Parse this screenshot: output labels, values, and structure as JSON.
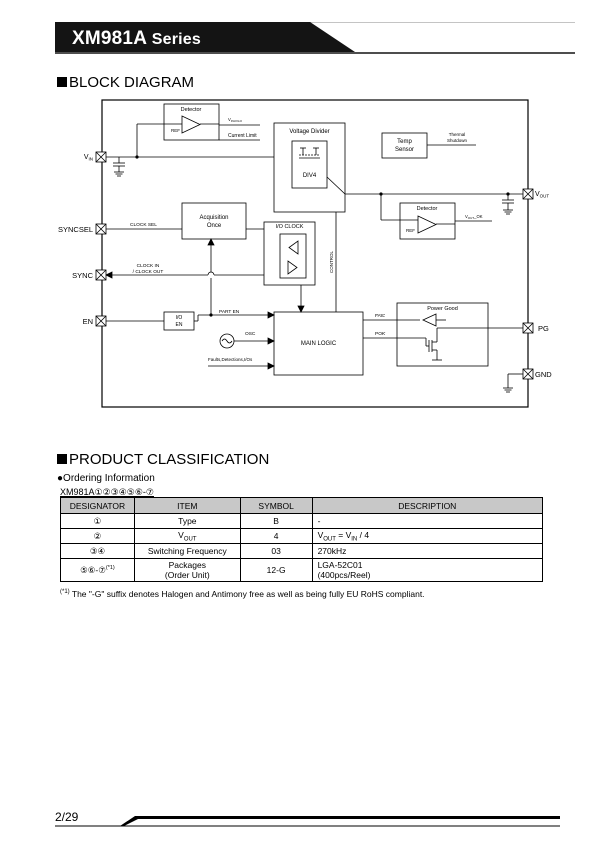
{
  "header": {
    "title_main": "XM981A",
    "title_series": " Series"
  },
  "sections": {
    "block_diagram": "BLOCK DIAGRAM",
    "product_classification": "PRODUCT CLASSIFICATION"
  },
  "diagram": {
    "pins": {
      "vin": "V",
      "vin_sub": "IN",
      "vout": "V",
      "vout_sub": "OUT",
      "syncsel": "SYNCSEL",
      "sync": "SYNC",
      "en": "EN",
      "pg": "PG",
      "gnd": "GND"
    },
    "blocks": {
      "detector_top": "Detector",
      "detector_right": "Detector",
      "ref": "REF",
      "voltage_divider": "Voltage Divider",
      "div4": "DIV4",
      "temp_sensor_line1": "Temp",
      "temp_sensor_line2": "Sensor",
      "thermal_line1": "Thermal",
      "thermal_line2": "Shutdown",
      "acquisition_line1": "Acquisition",
      "acquisition_line2": "Once",
      "io_clock": "I/O CLOCK",
      "io_en_line1": "I/O",
      "io_en_line2": "EN",
      "main_logic": "MAIN LOGIC",
      "power_good": "Power Good"
    },
    "signals": {
      "vinuvlo": "V",
      "vinuvlo_sub": "INUVLO",
      "current_limit": "Current Limit",
      "clock_sel": "CLOCK SEL",
      "clock_in": "CLOCK IN",
      "clock_out": "/ CLOCK OUT",
      "part_en": "PART EN",
      "osc": "OSC",
      "faults": "Faults,Detections,I/Os",
      "control": "CONTROL",
      "fail": "FAIL",
      "pok": "POK",
      "vout_ok": "V",
      "vout_ok_sub": "OUT",
      "vout_ok_suffix": "_OK"
    }
  },
  "ordering": {
    "heading": "●Ordering Information",
    "code": "XM981A①②③④⑤⑥-⑦",
    "columns": [
      "DESIGNATOR",
      "ITEM",
      "SYMBOL",
      "DESCRIPTION"
    ],
    "rows": [
      {
        "designator": "①",
        "item": "Type",
        "symbol": "B",
        "description": "-"
      },
      {
        "designator": "②",
        "item_main": "V",
        "item_sub": "OUT",
        "symbol": "4",
        "desc_a": "V",
        "desc_a_sub": "OUT",
        "desc_mid": " = V",
        "desc_b_sub": "IN",
        "desc_end": " / 4"
      },
      {
        "designator": "③④",
        "item": "Switching Frequency",
        "symbol": "03",
        "description": "270kHz"
      },
      {
        "designator": "⑤⑥-⑦",
        "designator_note": "(*1)",
        "item_line1": "Packages",
        "item_line2": "(Order Unit)",
        "symbol": "12-G",
        "desc_line1": "LGA-52C01",
        "desc_line2": "(400pcs/Reel)"
      }
    ],
    "footnote_mark": "(*1)",
    "footnote": " The \"-G\" suffix denotes Halogen and Antimony free as well as being fully EU RoHS compliant."
  },
  "footer": {
    "page": "2/29"
  }
}
